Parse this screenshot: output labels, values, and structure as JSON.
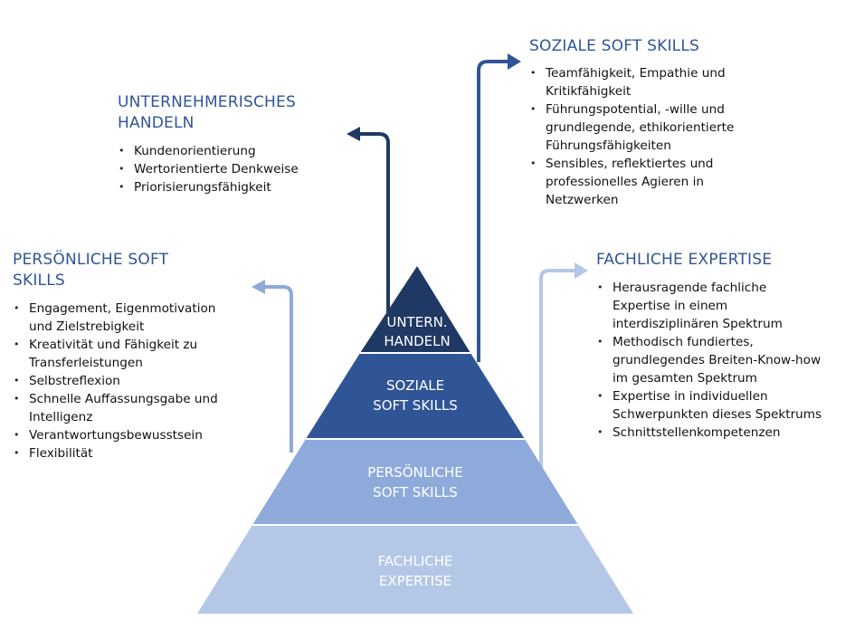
{
  "colors": {
    "title_text": "#2f5597",
    "level_top": "#1f3864",
    "level_second": "#2f5597",
    "level_third": "#8eaadb",
    "level_base": "#b4c7e7",
    "arrow_top": "#1f3864",
    "arrow_second": "#2f5597",
    "arrow_third": "#8eaadb",
    "arrow_base": "#b4c7e7"
  },
  "pyramid": {
    "levels": [
      {
        "line1": "UNTERN.",
        "line2": "HANDELN"
      },
      {
        "line1": "SOZIALE",
        "line2": "SOFT SKILLS"
      },
      {
        "line1": "PERSÖNLICHE",
        "line2": "SOFT SKILLS"
      },
      {
        "line1": "FACHLICHE",
        "line2": "EXPERTISE"
      }
    ]
  },
  "blocks": {
    "unternehmerisch": {
      "title": [
        "UNTERNEHMERISCHES",
        "HANDELN"
      ],
      "items": [
        "Kundenorientierung",
        "Wertorientierte Denkweise",
        "Priorisierungsfähigkeit"
      ]
    },
    "soziale": {
      "title": [
        "SOZIALE SOFT SKILLS"
      ],
      "items": [
        [
          "Teamfähigkeit, Empathie und",
          "Kritikfähigkeit"
        ],
        [
          "Führungspotential, -wille und",
          "grundlegende, ethikorientierte",
          "Führungsfähigkeiten"
        ],
        [
          "Sensibles, reflektiertes und",
          "professionelles Agieren in",
          "Netzwerken"
        ]
      ]
    },
    "persoenlich": {
      "title": [
        "PERSÖNLICHE SOFT",
        "SKILLS"
      ],
      "items": [
        [
          "Engagement, Eigenmotivation",
          "und Zielstrebigkeit"
        ],
        [
          "Kreativität und Fähigkeit zu",
          "Transferleistungen"
        ],
        [
          "Selbstreflexion"
        ],
        [
          "Schnelle Auffassungsgabe und",
          "Intelligenz"
        ],
        [
          "Verantwortungsbewusstsein"
        ],
        [
          "Flexibilität"
        ]
      ]
    },
    "fachlich": {
      "title": [
        "FACHLICHE EXPERTISE"
      ],
      "items": [
        [
          "Herausragende fachliche",
          "Expertise in einem",
          "interdisziplinären Spektrum"
        ],
        [
          "Methodisch fundiertes,",
          "grundlegendes Breiten-Know-how",
          "im gesamten Spektrum"
        ],
        [
          "Expertise in individuellen",
          "Schwerpunkten dieses Spektrums"
        ],
        [
          "Schnittstellenkompetenzen"
        ]
      ]
    }
  }
}
